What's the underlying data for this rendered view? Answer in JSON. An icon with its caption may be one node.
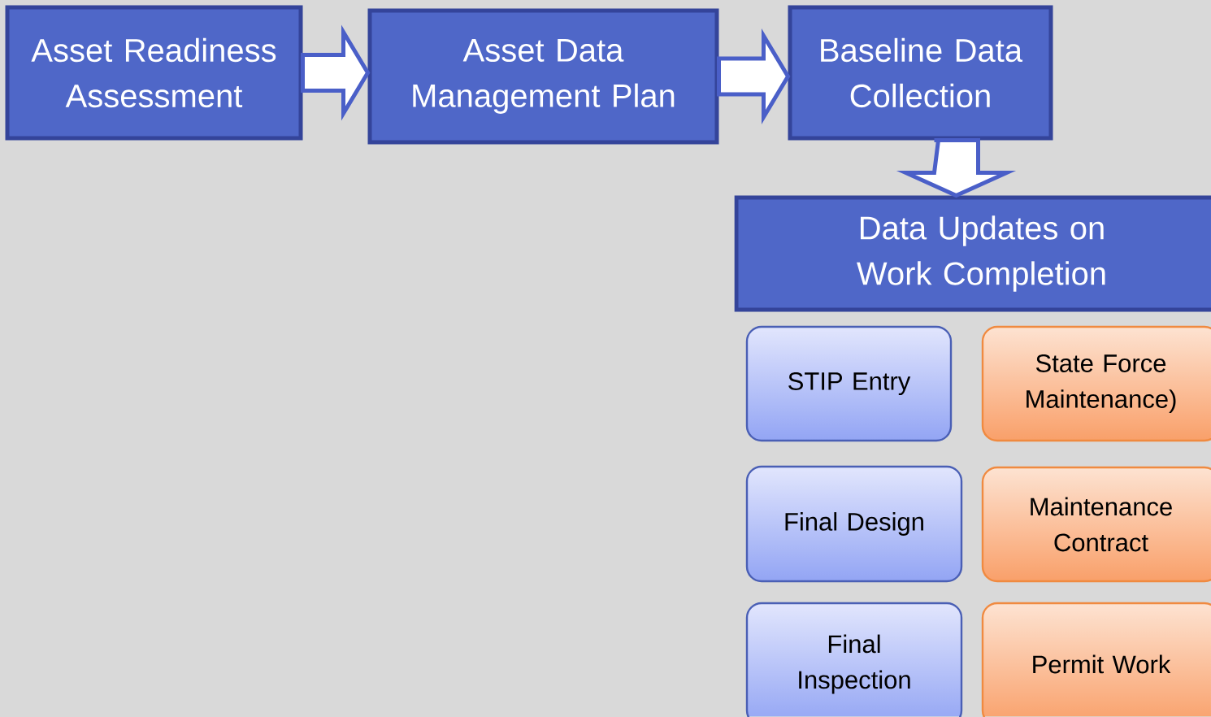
{
  "diagram": {
    "nodes": [
      {
        "text": [
          "Asset Readiness Assessment"
        ]
      },
      {
        "text": [
          "Asset Data Management Plan"
        ]
      },
      {
        "text": [
          "Baseline Data Collection"
        ]
      },
      {
        "text": [
          "Data Updates on Work Completion"
        ]
      },
      {
        "text": [
          "STIP Entry"
        ]
      },
      {
        "text": [
          "State Force Maintenance)"
        ]
      },
      {
        "text": [
          "Final Design"
        ]
      },
      {
        "text": [
          "Maintenance Contract"
        ]
      },
      {
        "text": [
          "Final Inspection"
        ]
      },
      {
        "text": [
          "Permit Work"
        ]
      }
    ],
    "edges": [
      {
        "from": 0,
        "to": 1,
        "arrow": "to"
      },
      {
        "from": 1,
        "to": 2,
        "arrow": "to"
      },
      {
        "from": 2,
        "to": 3,
        "arrow": "to"
      }
    ]
  }
}
